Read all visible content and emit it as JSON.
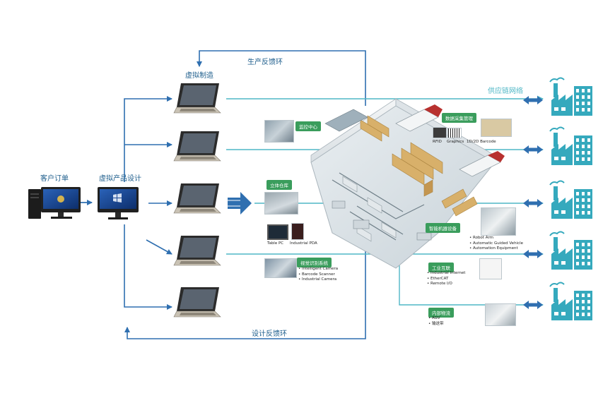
{
  "labels": {
    "customer_order": "客户订单",
    "virtual_design": "虚拟产品设计",
    "virtual_manufacturing": "虚拟制造",
    "production_feedback": "生产反馈环",
    "design_feedback": "设计反馈环",
    "supply_chain": "供应链网络"
  },
  "modules": {
    "monitoring": "监控中心",
    "data_collection": "数据采集管理",
    "warehouse": "立体仓库",
    "smart_robot": "智能机器设备",
    "vision": "视觉识别系统",
    "industrial_network": "工业互联",
    "logistics": "内部物流"
  },
  "data_collection_items": [
    "RFID",
    "Graphics",
    "1D/2D Barcode"
  ],
  "warehouse_items": [
    "Table PC",
    "Industrial PDA"
  ],
  "vision_items": [
    "Intelligent Camera",
    "Barcode Scanner",
    "Industrial Camera"
  ],
  "robot_items": [
    "Robot Arm",
    "Automatic Guided Vehicle",
    "Automation Equipment"
  ],
  "network_items": [
    "Industrial Internet",
    "EtherCAT",
    "Remote I/O"
  ],
  "logistics_items": [
    "AGV",
    "输送带"
  ],
  "colors": {
    "flow_blue": "#2f6fb0",
    "teal_line": "#4fb7c6",
    "green_tag": "#3a9d5c",
    "factory_teal": "#35a9bd",
    "text_blue": "#1e5e8c"
  },
  "icons": [
    "desktop-computer-icon",
    "monitor-icon",
    "laptop-icon",
    "factory-icon",
    "double-arrow-icon"
  ]
}
